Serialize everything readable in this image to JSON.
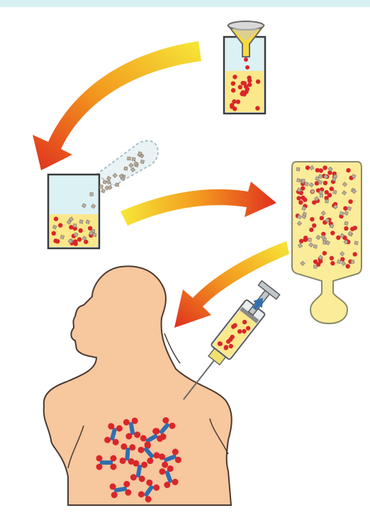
{
  "figure": {
    "background": "#ffffff",
    "top_bar_color": "#d7f1f3",
    "arrow_colors": [
      "#f6e837",
      "#f39a1f",
      "#e0301e"
    ],
    "body_color": "#f7c79e",
    "liquid_color": "#fbe88a",
    "cell_red": "#d9262a",
    "particle_tan": "#b9ae9b",
    "antibody_blue": "#2f6fb0"
  },
  "steps": [
    {
      "name": "filtration-beaker"
    },
    {
      "name": "particle-addition-beaker"
    },
    {
      "name": "culture-bottle"
    },
    {
      "name": "syringe-injection"
    },
    {
      "name": "human-torso"
    }
  ]
}
